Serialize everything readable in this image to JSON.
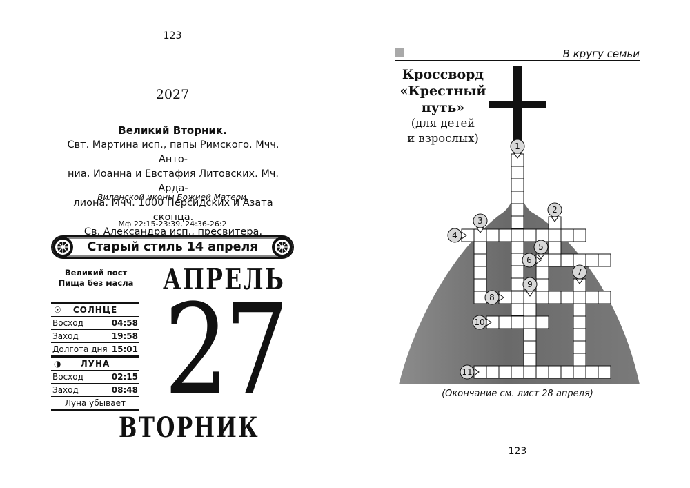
{
  "left_page": {
    "page_number": "123",
    "year": "2027",
    "feast_title": "Великий Вторник.",
    "saints_lines": [
      "Свт. Мартина исп., папы Римского. Мчч. Анто-",
      "ниа, Иоанна и Евстафия Литовских. Мч. Арда-",
      "лиона. Мчч. 1000 Персидских и Азата скопца.",
      "Св. Александра исп., пресвитера."
    ],
    "icon_line": "Виленской иконы Божией Матери.",
    "gospel": "Мф 22:15-23:39, 24:36-26:2",
    "old_style": "Старый стиль 14 апреля",
    "lent_lines": [
      "Великий пост",
      "Пища без масла"
    ],
    "sun": {
      "header": "СОЛНЦЕ",
      "symbol": "☉",
      "rows": [
        {
          "label": "Восход",
          "value": "04:58"
        },
        {
          "label": "Заход",
          "value": "19:58"
        },
        {
          "label": "Долгота дня",
          "value": "15:01"
        }
      ]
    },
    "moon": {
      "header": "ЛУНА",
      "symbol": "◑",
      "rows": [
        {
          "label": "Восход",
          "value": "02:15"
        },
        {
          "label": "Заход",
          "value": "08:48"
        }
      ],
      "phase": "Луна убывает"
    },
    "month": "АПРЕЛЬ",
    "day": "27",
    "weekday": "ВТОРНИК"
  },
  "right_page": {
    "section": "В кругу семьи",
    "crossword_title_lines": [
      "Кроссворд",
      "«Крестный",
      "путь»"
    ],
    "crossword_subtitle_lines": [
      "(для детей",
      "и взрослых)"
    ],
    "clue_numbers": [
      "1",
      "2",
      "3",
      "4",
      "5",
      "6",
      "7",
      "8",
      "9",
      "10",
      "11"
    ],
    "ending_note": "(Окончание см. лист 28 апреля)",
    "page_number": "123"
  },
  "colors": {
    "ink": "#111111",
    "section_box": "#a9a9a9",
    "hill_light": "#8e8e8e",
    "hill_dark": "#5f5f5f"
  }
}
